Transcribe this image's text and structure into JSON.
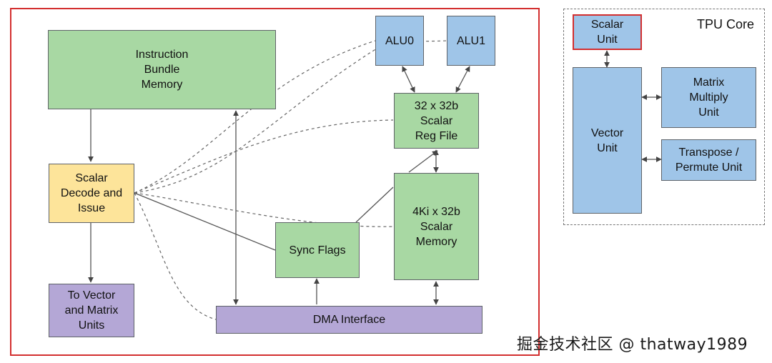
{
  "main_diagram": {
    "instruction_bundle_memory": "Instruction\nBundle\nMemory",
    "scalar_decode_issue": "Scalar\nDecode and\nIssue",
    "to_vector_matrix": "To Vector\nand Matrix\nUnits",
    "alu0": "ALU0",
    "alu1": "ALU1",
    "scalar_reg_file": "32 x 32b\nScalar\nReg File",
    "scalar_memory": "4Ki x 32b\nScalar\nMemory",
    "sync_flags": "Sync Flags",
    "dma_interface": "DMA Interface"
  },
  "tpu_core": {
    "title": "TPU Core",
    "scalar_unit": "Scalar\nUnit",
    "vector_unit": "Vector\nUnit",
    "matrix_multiply_unit": "Matrix\nMultiply\nUnit",
    "transpose_permute_unit": "Transpose /\nPermute Unit"
  },
  "watermark": "掘金技术社区 @ thatway1989",
  "colors": {
    "highlight_border": "#d32f2f",
    "green": "#a8d8a3",
    "blue": "#9fc5e8",
    "yellow": "#fde49a",
    "purple": "#b4a7d6"
  }
}
